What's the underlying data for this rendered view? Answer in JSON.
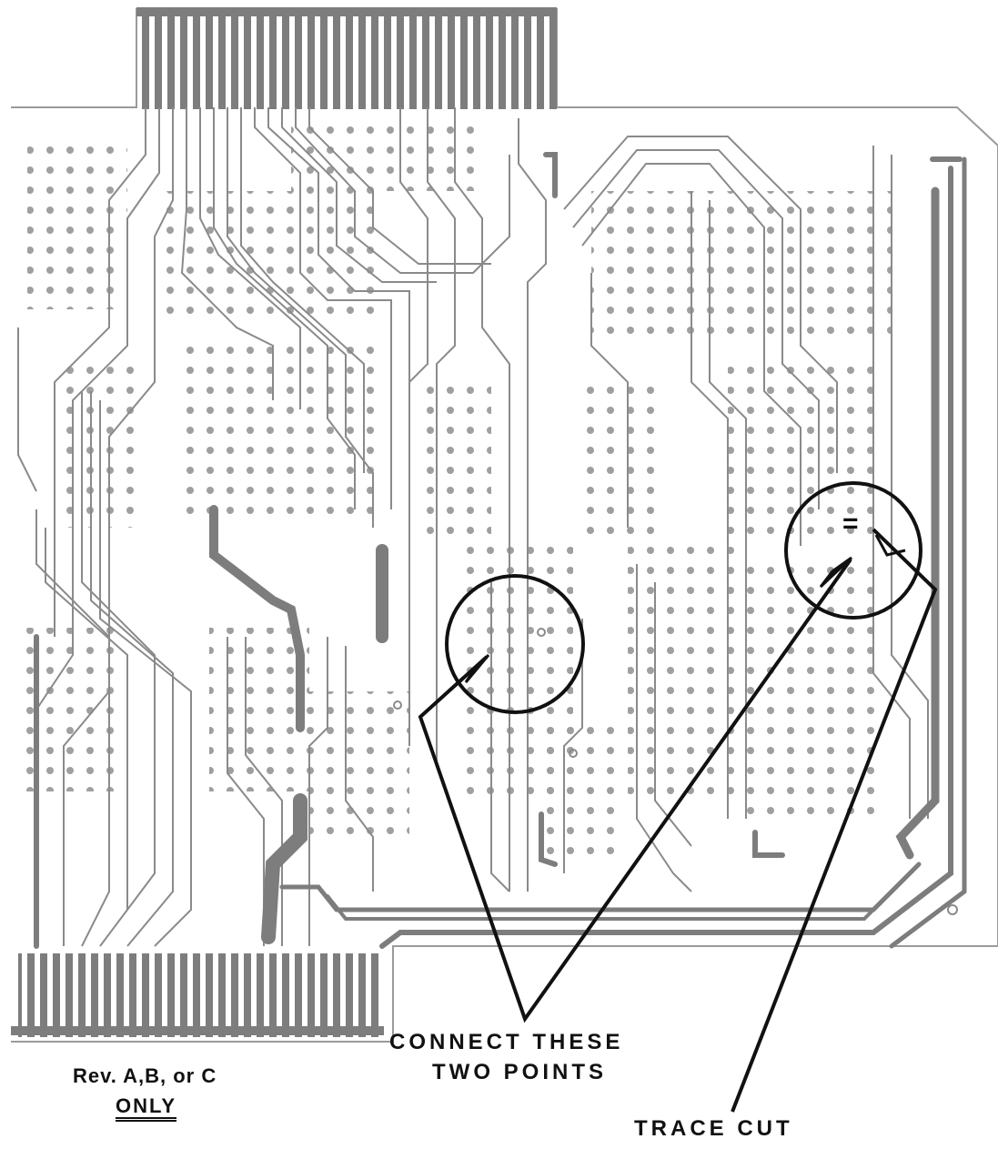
{
  "labels": {
    "connect_line1": "CONNECT THESE",
    "connect_line2": "TWO POINTS",
    "trace_cut": "TRACE CUT",
    "revision": "Rev. A,B, or C",
    "only": "ONLY",
    "jumper_mark": "="
  },
  "colors": {
    "trace": "#8a8a8a",
    "annotation": "#111111",
    "background": "#ffffff"
  }
}
